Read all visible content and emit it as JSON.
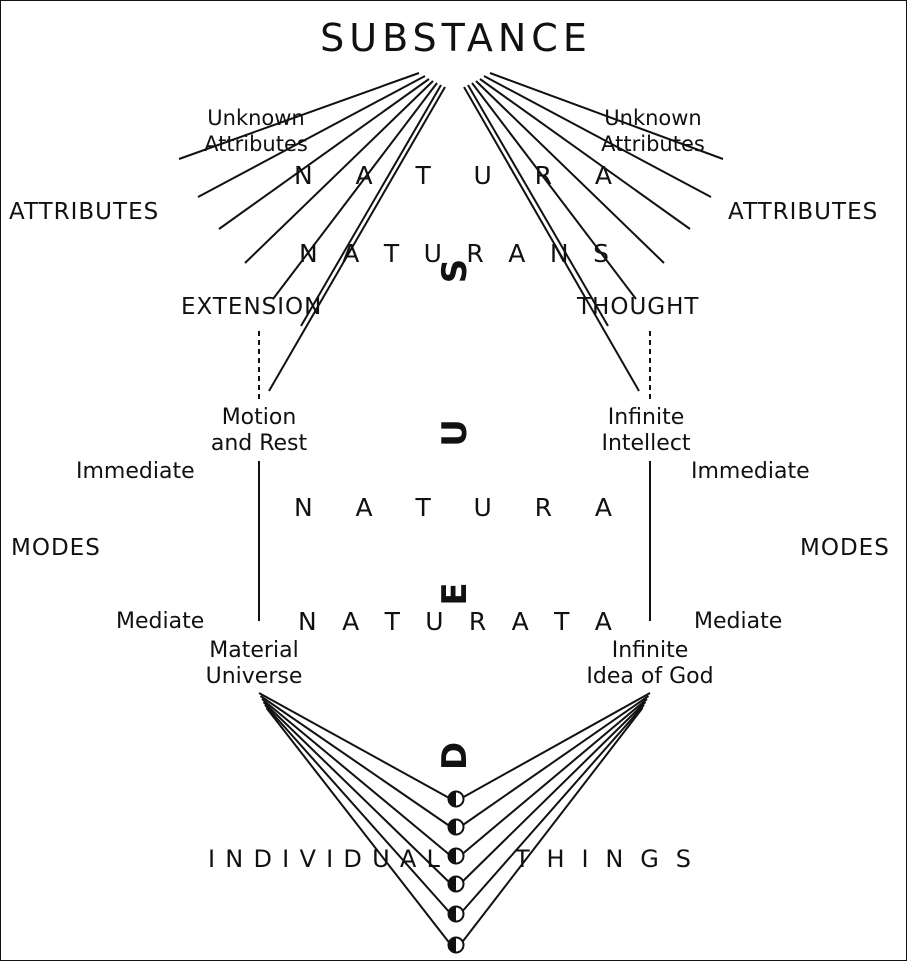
{
  "title": "SUBSTANCE",
  "attributes": {
    "left": "ATTRIBUTES",
    "right": "ATTRIBUTES"
  },
  "unknown": {
    "left": [
      "Unknown",
      "Attributes"
    ],
    "right": [
      "Unknown",
      "Attributes"
    ]
  },
  "natura_naturans": {
    "line1": "NATURA",
    "line2": "NATURANS"
  },
  "extension": "EXTENSION",
  "thought": "THOUGHT",
  "immediate_left": [
    "Motion",
    "and Rest"
  ],
  "immediate_right": [
    "Infinite",
    "Intellect"
  ],
  "immediate_label": "Immediate",
  "modes": {
    "left": "MODES",
    "right": "MODES"
  },
  "natura_naturata": {
    "line1": "NATURA",
    "line2": "NATURATA"
  },
  "mediate_label": "Mediate",
  "mediate_left": [
    "Material",
    "Universe"
  ],
  "mediate_right": [
    "Infinite",
    "Idea of God"
  ],
  "deus": [
    "D",
    "E",
    "U",
    "S"
  ],
  "individual_things": {
    "left": "INDIVIDUAL",
    "right": "THINGS"
  },
  "colors": {
    "ink": "#111111",
    "paper": "#ffffff"
  }
}
